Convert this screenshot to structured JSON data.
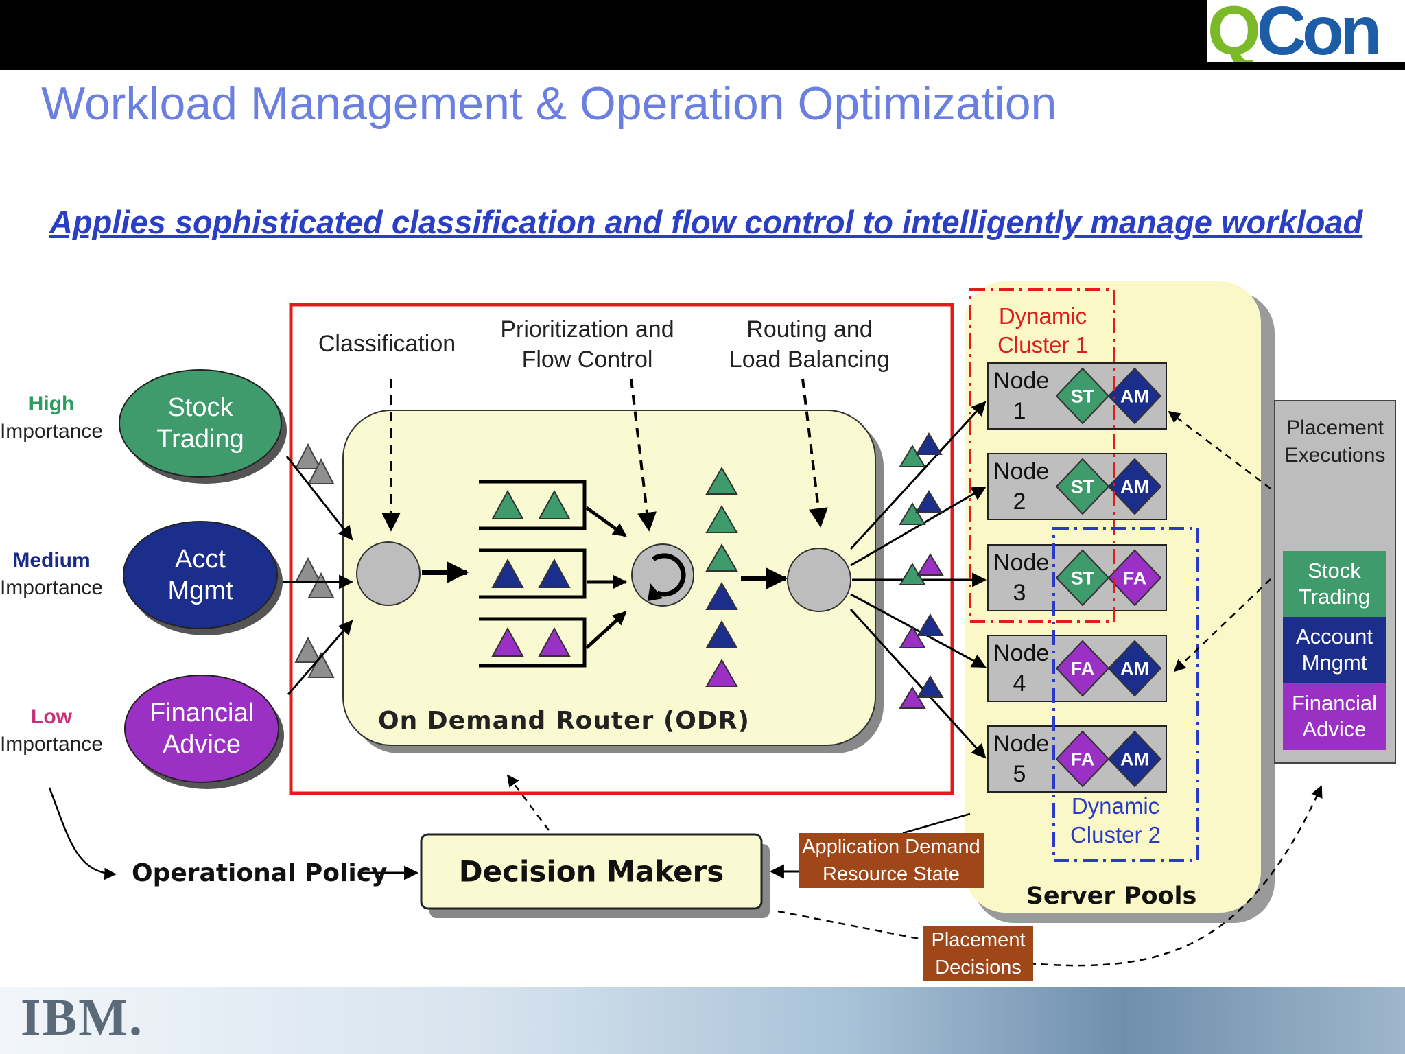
{
  "header": {
    "logo_q": "Q",
    "logo_rest": "Con",
    "title": "Workload Management & Operation Optimization",
    "subtitle": "Applies sophisticated classification and flow control to intelligently manage workload"
  },
  "importance": {
    "high": {
      "word": "High",
      "label": "Importance",
      "color": "#2e9b5e"
    },
    "medium": {
      "word": "Medium",
      "label": "Importance",
      "color": "#1a2a8a"
    },
    "low": {
      "word": "Low",
      "label": "Importance",
      "color": "#c8327a"
    }
  },
  "apps": {
    "stock": {
      "line1": "Stock",
      "line2": "Trading",
      "color": "#3f9a6c"
    },
    "acct": {
      "line1": "Acct",
      "line2": "Mgmt",
      "color": "#1c2e8c"
    },
    "fin": {
      "line1": "Financial",
      "line2": "Advice",
      "color": "#9a30c4"
    }
  },
  "stages": {
    "classification": "Classification",
    "prioritization_line1": "Prioritization and",
    "prioritization_line2": "Flow Control",
    "routing_line1": "Routing and",
    "routing_line2": "Load Balancing"
  },
  "odr_label": "On Demand Router (ODR)",
  "clusters": {
    "cluster1_line1": "Dynamic",
    "cluster1_line2": "Cluster 1",
    "cluster2_line1": "Dynamic",
    "cluster2_line2": "Cluster 2"
  },
  "nodes": [
    {
      "label": "Node",
      "num": "1",
      "left": "ST",
      "right": "AM"
    },
    {
      "label": "Node",
      "num": "2",
      "left": "ST",
      "right": "AM"
    },
    {
      "label": "Node",
      "num": "3",
      "left": "ST",
      "right": "FA"
    },
    {
      "label": "Node",
      "num": "4",
      "left": "FA",
      "right": "AM"
    },
    {
      "label": "Node",
      "num": "5",
      "left": "FA",
      "right": "AM"
    }
  ],
  "server_pools_label": "Server Pools",
  "placement_panel": {
    "title_line1": "Placement",
    "title_line2": "Executions",
    "items": [
      {
        "line1": "Stock",
        "line2": "Trading",
        "color": "#3f9a6c"
      },
      {
        "line1": "Account",
        "line2": "Mngmt",
        "color": "#1c2e8c"
      },
      {
        "line1": "Financial",
        "line2": "Advice",
        "color": "#9a30c4"
      }
    ]
  },
  "bottom": {
    "operational_policy": "Operational Policy",
    "decision_makers": "Decision Makers",
    "app_demand_line1": "Application Demand",
    "app_demand_line2": "Resource State",
    "placement_line1": "Placement",
    "placement_line2": "Decisions"
  },
  "footer": {
    "ibm": "IBM."
  },
  "colors": {
    "green": "#3f9a6c",
    "blue": "#1c2e8c",
    "purple": "#9a30c4",
    "red_frame": "#e01c1c",
    "odr_fill": "#fafad2",
    "pool_fill": "#fbf8c8",
    "brown": "#a0471a"
  }
}
